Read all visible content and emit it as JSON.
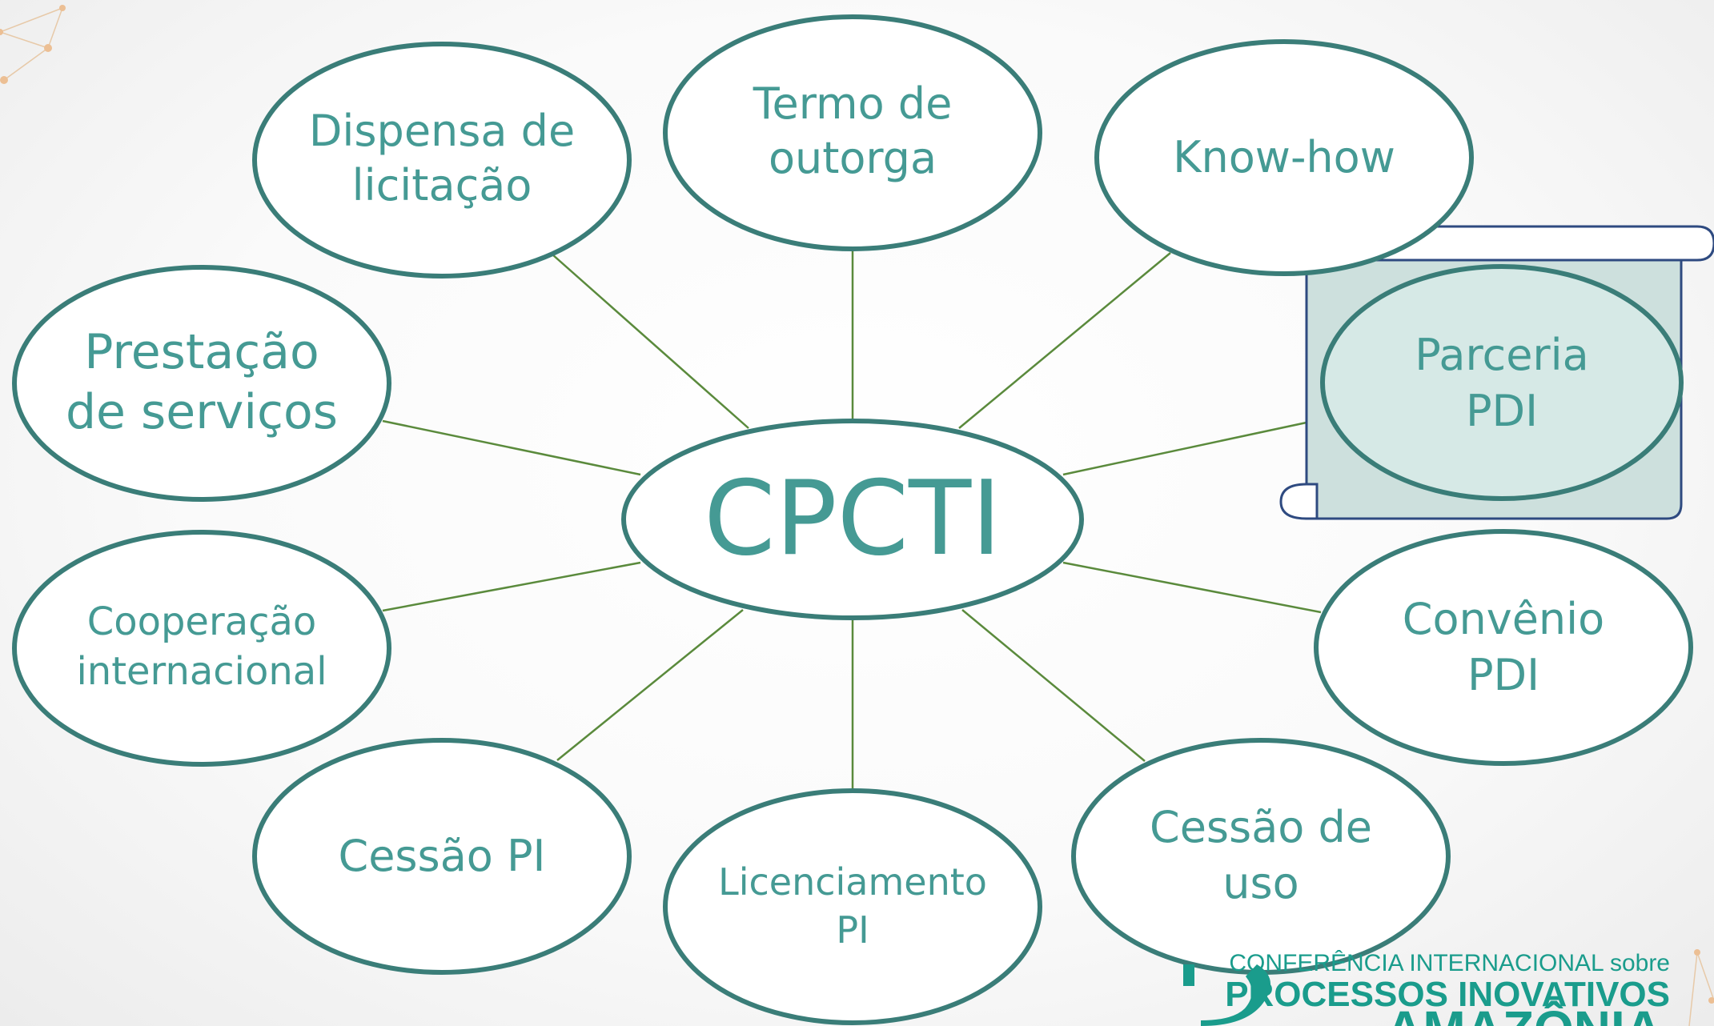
{
  "diagram": {
    "center": {
      "label": "CPCTI"
    },
    "nodes": {
      "dispensa": {
        "line1": "Dispensa de",
        "line2": "licitação"
      },
      "termo": {
        "line1": "Termo de",
        "line2": "outorga"
      },
      "knowhow": {
        "line1": "Know-how"
      },
      "prestacao": {
        "line1": "Prestação",
        "line2": "de serviços"
      },
      "parceria": {
        "line1": "Parceria",
        "line2": "PDI"
      },
      "cooperacao": {
        "line1": "Cooperação",
        "line2": "internacional"
      },
      "convenio": {
        "line1": "Convênio",
        "line2": "PDI"
      },
      "cessao_pi": {
        "line1": "Cessão PI"
      },
      "licenciamento": {
        "line1": "Licenciamento",
        "line2": "PI"
      },
      "cessao_uso": {
        "line1": "Cessão de",
        "line2": "uso"
      }
    }
  },
  "branding": {
    "line1": "CONFERÊNCIA INTERNACIONAL sobre",
    "line2": "PROCESSOS INOVATIVOS",
    "line3": "AMAZÔNIA"
  },
  "colors": {
    "node_text": "#459a94",
    "node_border": "#3a7d78",
    "connector": "#5a8a3c",
    "highlight_fill": "#d6e9e6",
    "scroll_border": "#2e4a80",
    "brand": "#1a9c8c"
  }
}
